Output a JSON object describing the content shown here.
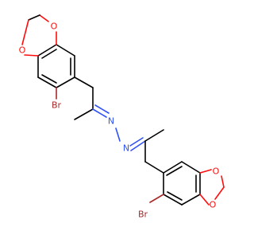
{
  "molecule": {
    "atoms": {
      "o_top_upper": "O",
      "o_top_left": "O",
      "br_top": "Br",
      "n1": "N",
      "n2": "N",
      "br_bottom": "Br",
      "o_bot_right": "O",
      "o_bot_lower": "O"
    },
    "colors": {
      "carbon": "#000000",
      "oxygen": "#ff0d0d",
      "nitrogen": "#3050f8",
      "bromine": "#a62929",
      "background": "#ffffff"
    }
  }
}
